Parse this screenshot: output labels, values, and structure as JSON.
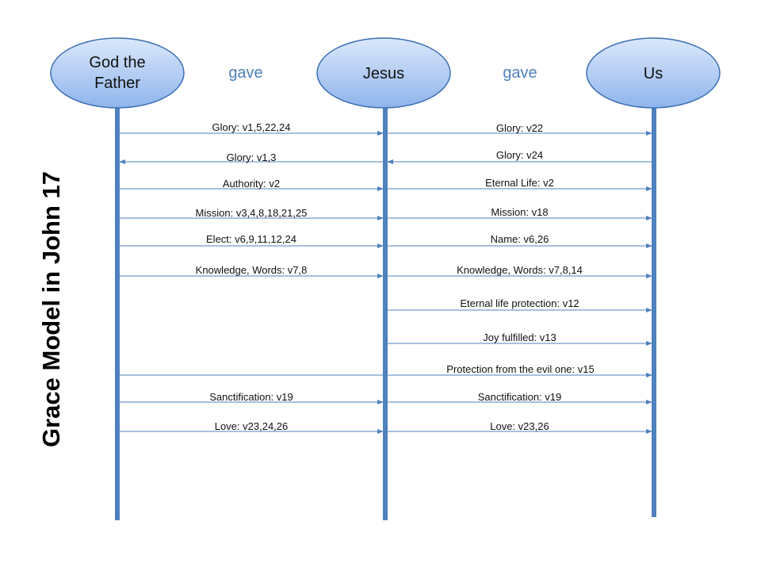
{
  "title": "Grace Model in John 17",
  "actors": {
    "father": "God the Father",
    "jesus": "Jesus",
    "us": "Us"
  },
  "gave_left": "gave",
  "gave_right": "gave",
  "colors": {
    "lifeline": "#4f81bd",
    "arrow": "#4f81bd",
    "ellipse_top": "#dbe8fb",
    "ellipse_bottom": "#8fb4ec",
    "ellipse_border": "#3d6fb4"
  },
  "messages": [
    {
      "label": "Glory: v1,5,22,24",
      "from": "father",
      "to": "jesus"
    },
    {
      "label": "Glory: v22",
      "from": "jesus",
      "to": "us"
    },
    {
      "label": "Glory: v1,3",
      "from": "jesus",
      "to": "father"
    },
    {
      "label": "Glory: v24",
      "from": "us",
      "to": "jesus"
    },
    {
      "label": "Authority: v2",
      "from": "father",
      "to": "jesus"
    },
    {
      "label": "Eternal Life: v2",
      "from": "jesus",
      "to": "us"
    },
    {
      "label": "Mission: v3,4,8,18,21,25",
      "from": "father",
      "to": "jesus"
    },
    {
      "label": "Mission: v18",
      "from": "jesus",
      "to": "us"
    },
    {
      "label": "Elect: v6,9,11,12,24",
      "from": "father",
      "to": "jesus"
    },
    {
      "label": "Name: v6,26",
      "from": "jesus",
      "to": "us"
    },
    {
      "label": "Knowledge, Words: v7,8",
      "from": "father",
      "to": "jesus"
    },
    {
      "label": "Knowledge, Words: v7,8,14",
      "from": "jesus",
      "to": "us"
    },
    {
      "label": "Eternal life protection: v12",
      "from": "jesus",
      "to": "us"
    },
    {
      "label": "Joy fulfilled: v13",
      "from": "jesus",
      "to": "us"
    },
    {
      "label": "Protection  from the evil one: v15",
      "from": "father",
      "to": "us"
    },
    {
      "label": "Sanctification: v19",
      "from": "father",
      "to": "jesus"
    },
    {
      "label": "Sanctification: v19",
      "from": "jesus",
      "to": "us"
    },
    {
      "label": "Love: v23,24,26",
      "from": "father",
      "to": "jesus"
    },
    {
      "label": "Love: v23,26",
      "from": "jesus",
      "to": "us"
    }
  ]
}
